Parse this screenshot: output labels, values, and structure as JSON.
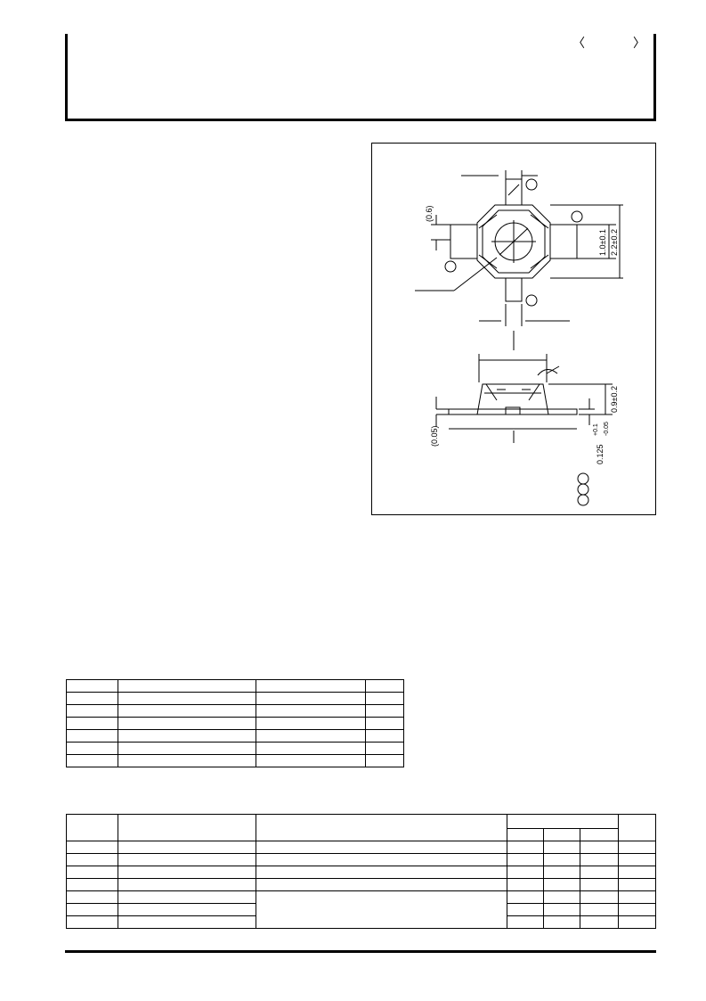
{
  "header": {
    "bracket_open": "〈",
    "bracket_close": "〉"
  },
  "outline_drawing": {
    "dim_lead_gap": "(0.6)",
    "dim_inner": "1.0±0.1",
    "dim_outer": "2.2±0.2",
    "dim_height": "0.9±0.2",
    "dim_standoff": "(0.05)",
    "dim_lead_thickness": "0.125",
    "dim_lead_tol_plus": "+0.1",
    "dim_lead_tol_minus": "-0.05"
  },
  "ratings_table": {
    "rows": 7,
    "col_widths": [
      58,
      155,
      123,
      43
    ]
  },
  "electrical_table": {
    "data_rows": 7
  }
}
